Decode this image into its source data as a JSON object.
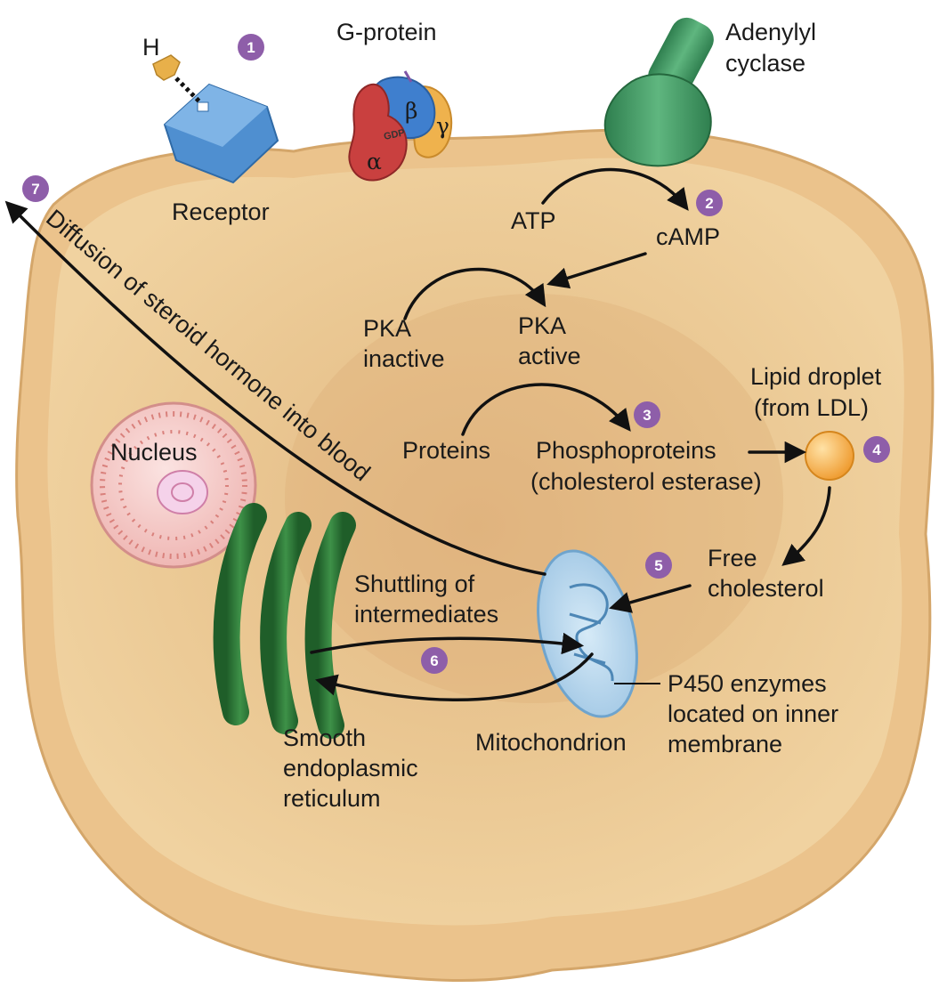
{
  "labels": {
    "h": "H",
    "g_protein": "G-protein",
    "adenylyl_line1": "Adenylyl",
    "adenylyl_line2": "cyclase",
    "receptor": "Receptor",
    "atp": "ATP",
    "camp": "cAMP",
    "pka_inactive_line1": "PKA",
    "pka_inactive_line2": "inactive",
    "pka_active_line1": "PKA",
    "pka_active_line2": "active",
    "lipid_line1": "Lipid droplet",
    "lipid_line2": "(from LDL)",
    "proteins": "Proteins",
    "phospho_line1": "Phosphoproteins",
    "phospho_line2": "(cholesterol esterase)",
    "nucleus": "Nucleus",
    "free_chol_line1": "Free",
    "free_chol_line2": "cholesterol",
    "shuttling_line1": "Shuttling of",
    "shuttling_line2": "intermediates",
    "p450_line1": "P450 enzymes",
    "p450_line2": "located on inner",
    "p450_line3": "membrane",
    "mitochondrion": "Mitochondrion",
    "ser_line1": "Smooth",
    "ser_line2": "endoplasmic",
    "ser_line3": "reticulum",
    "diffusion": "Diffusion of steroid hormone into blood",
    "alpha": "α",
    "beta": "β",
    "gamma": "γ",
    "gdp": "GDP"
  },
  "steps": [
    "1",
    "2",
    "3",
    "4",
    "5",
    "6",
    "7"
  ],
  "colors": {
    "cell_fill": "#ecc993",
    "cell_edge": "#d9ae72",
    "badge": "#8e5ea9",
    "receptor": "#4f8fd0",
    "hormone": "#e8b04a",
    "alpha": "#c9403f",
    "beta": "#3f7fce",
    "gamma": "#efb24d",
    "adenylyl": "#3f9a63",
    "nucleus": "#f3c9c6",
    "er": "#2f7a3a",
    "mito": "#b7d7ee",
    "lipid": "#f2a53a"
  }
}
